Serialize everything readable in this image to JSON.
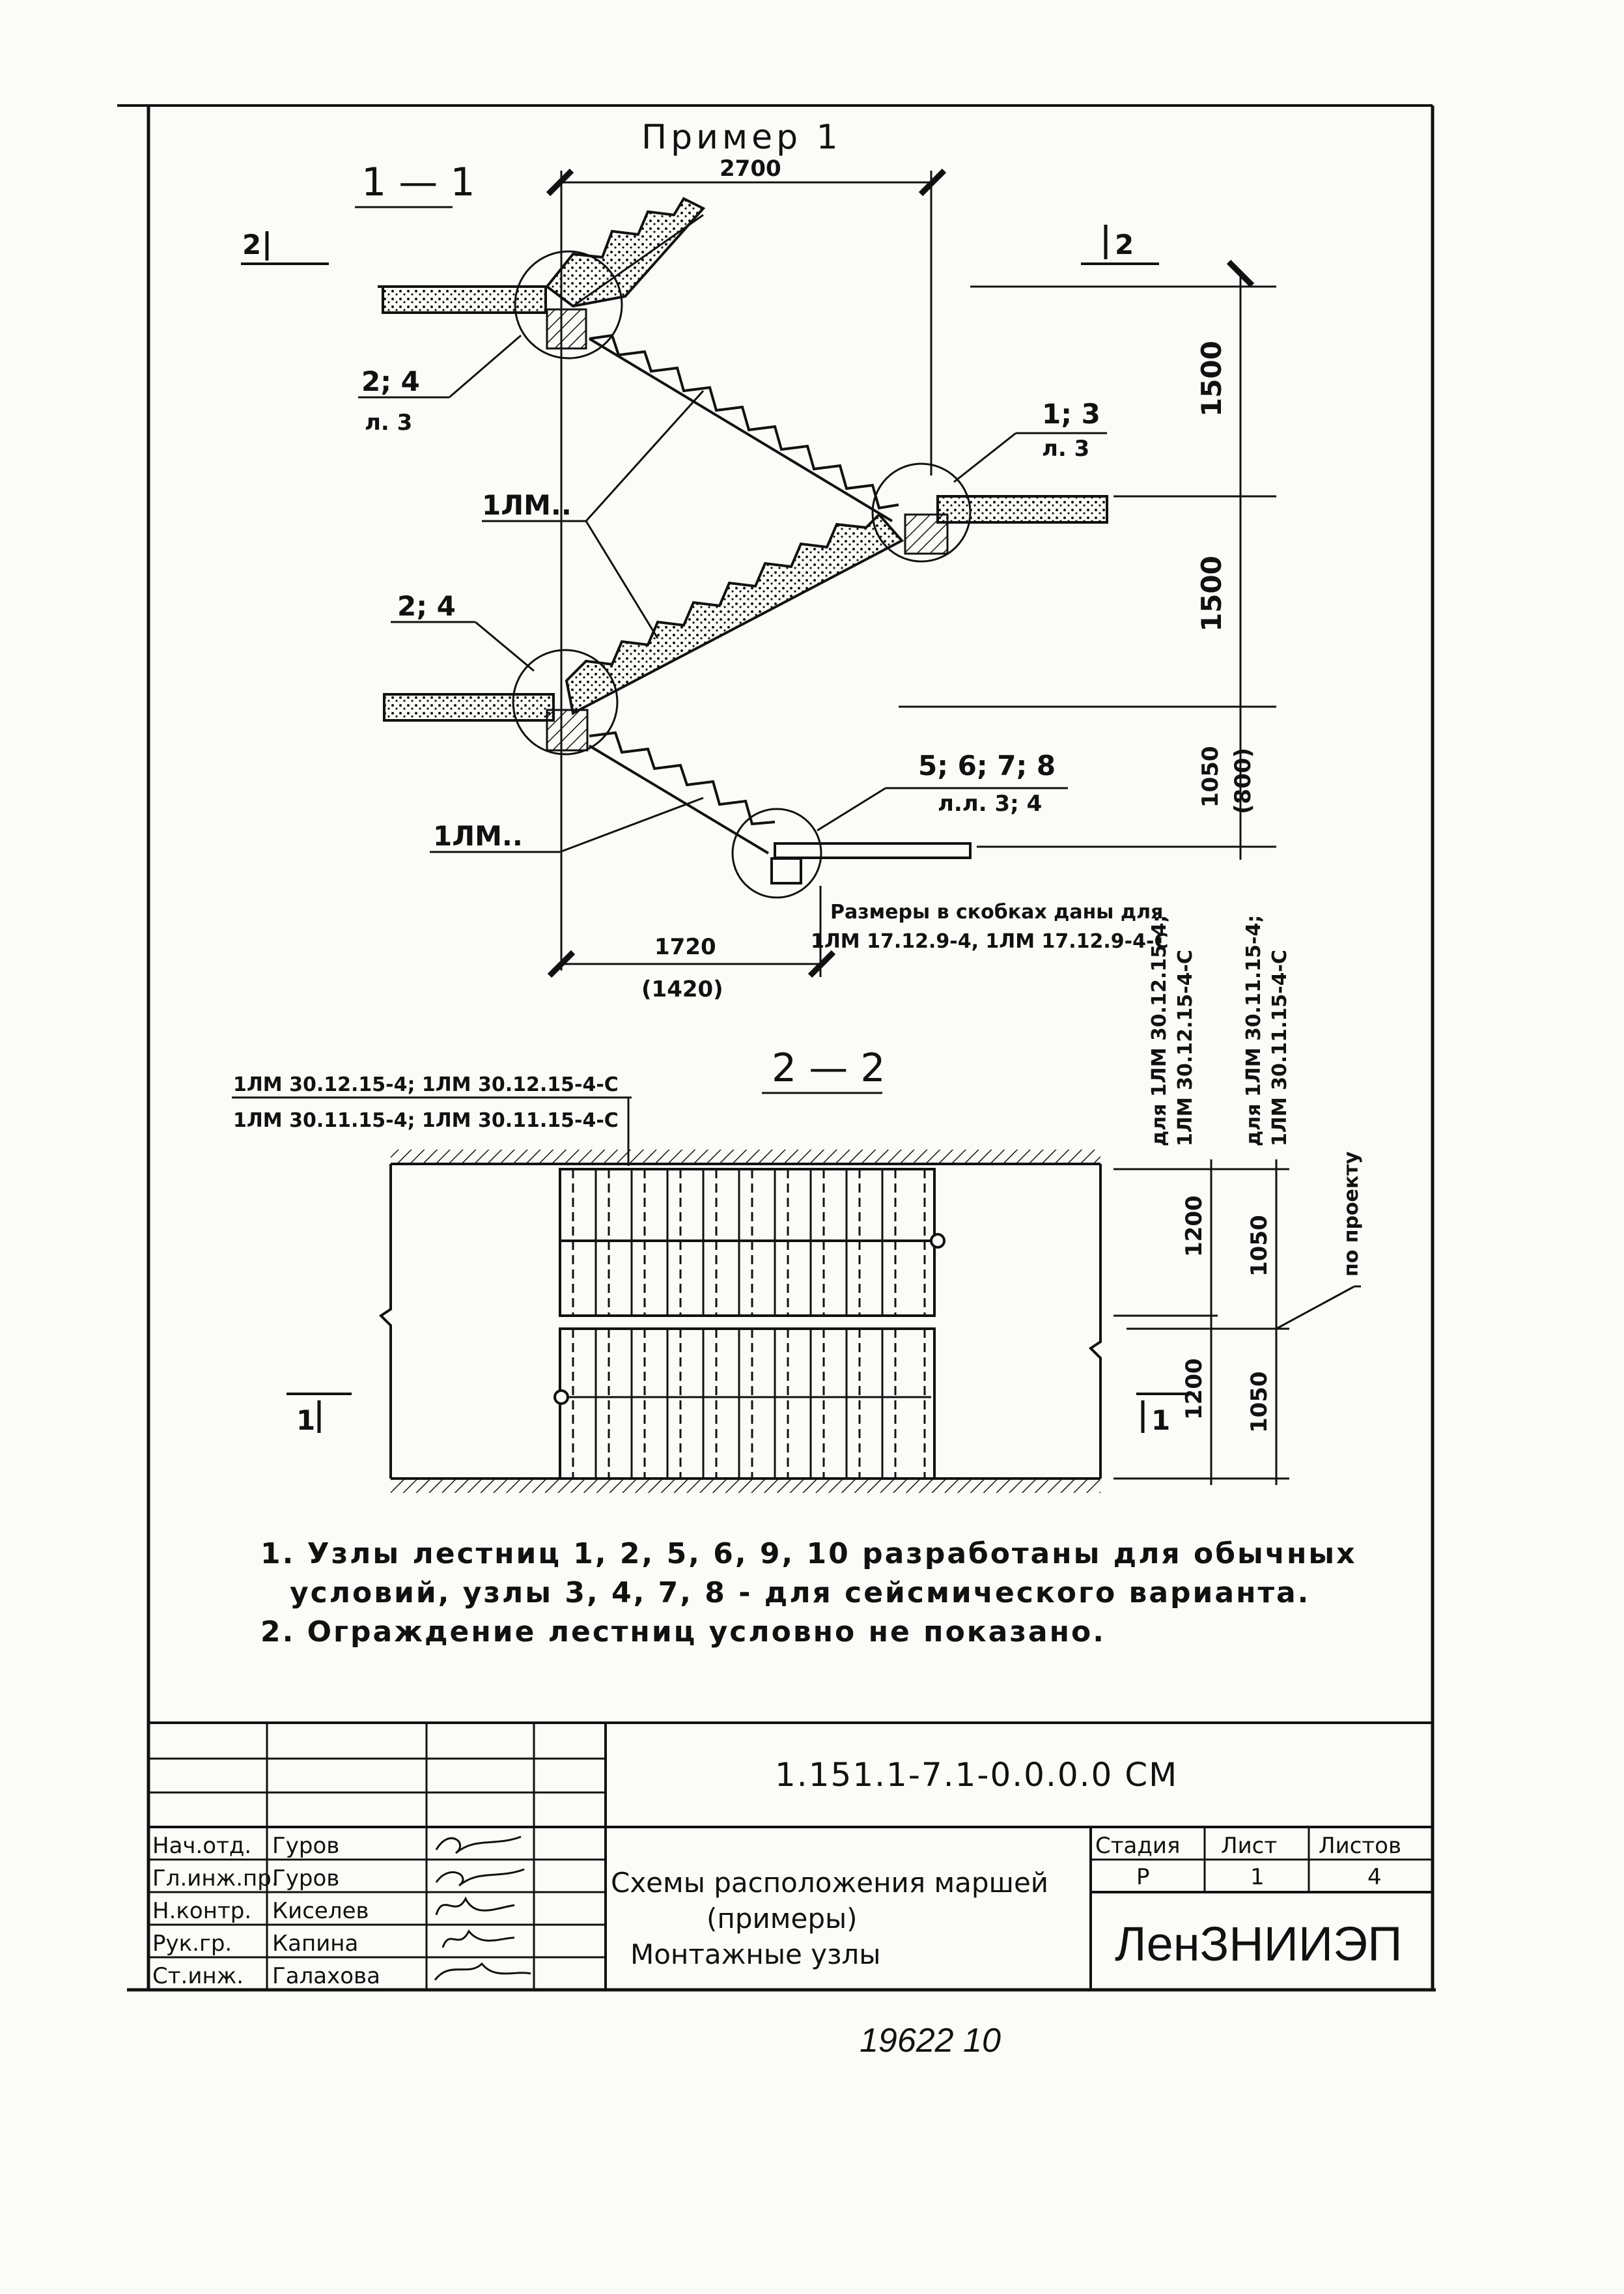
{
  "example_title": "Пример 1",
  "section_1_label": "1 — 1",
  "section_2_label": "2 — 2",
  "cut_marks": {
    "left_top": "2",
    "right_top": "2",
    "left_bottom": "1",
    "right_bottom": "1"
  },
  "section1": {
    "dim_top": "2700",
    "dim_bottom": "1720",
    "dim_bottom_alt": "(1420)",
    "dim_v1": "1500",
    "dim_v2": "1500",
    "dim_v3": "1050",
    "dim_v3_alt": "(800)",
    "callout_tl": {
      "top": "2; 4",
      "bottom": "л. 3"
    },
    "callout_tr": {
      "top": "1; 3",
      "bottom": "л. 3"
    },
    "callout_ml": {
      "top": "2; 4"
    },
    "callout_br": {
      "top": "5; 6; 7; 8",
      "bottom": "л.л. 3; 4"
    },
    "march_label_1": "1ЛМ..",
    "march_label_2": "1ЛМ..",
    "bracket_note_line1": "Размеры в скобках даны для",
    "bracket_note_line2": "1ЛМ 17.12.9-4, 1ЛМ 17.12.9-4-С"
  },
  "section2": {
    "label_top_line1": "1ЛМ 30.12.15-4; 1ЛМ 30.12.15-4-С",
    "label_top_line2": "1ЛМ 30.11.15-4; 1ЛМ 30.11.15-4-С",
    "dim_left_1": "1200",
    "dim_left_2": "1200",
    "dim_right_1": "1050",
    "dim_right_2": "1050",
    "vert_label_1": "для 1ЛМ 30.12.15-4;",
    "vert_label_2": "1ЛМ 30.12.15-4-С",
    "vert_label_3": "для 1ЛМ 30.11.15-4;",
    "vert_label_4": "1ЛМ 30.11.15-4-С",
    "vert_label_5": "по проекту"
  },
  "notes": [
    "1. Узлы лестниц 1, 2, 5, 6, 9, 10 разработаны для обычных",
    "условий, узлы 3, 4, 7, 8 - для сейсмического варианта.",
    "2. Ограждение лестниц условно не показано."
  ],
  "stamp": {
    "code": "1.151.1-7.1-0.0.0.0 СМ",
    "roles": [
      "Нач.отд.",
      "Гл.инж.пр.",
      "Н.контр.",
      "Рук.гр.",
      "Ст.инж."
    ],
    "names": [
      "Гуров",
      "Гуров",
      "Киселев",
      "Капина",
      "Галахова"
    ],
    "title_line1": "Схемы расположения маршей",
    "title_line2": "(примеры)",
    "title_line3": "Монтажные узлы",
    "stage_header": "Стадия",
    "sheet_header": "Лист",
    "sheets_header": "Листов",
    "stage_value": "Р",
    "sheet_value": "1",
    "sheets_value": "4",
    "org": "ЛенЗНИИЭП"
  },
  "doc_number": "19622  10"
}
